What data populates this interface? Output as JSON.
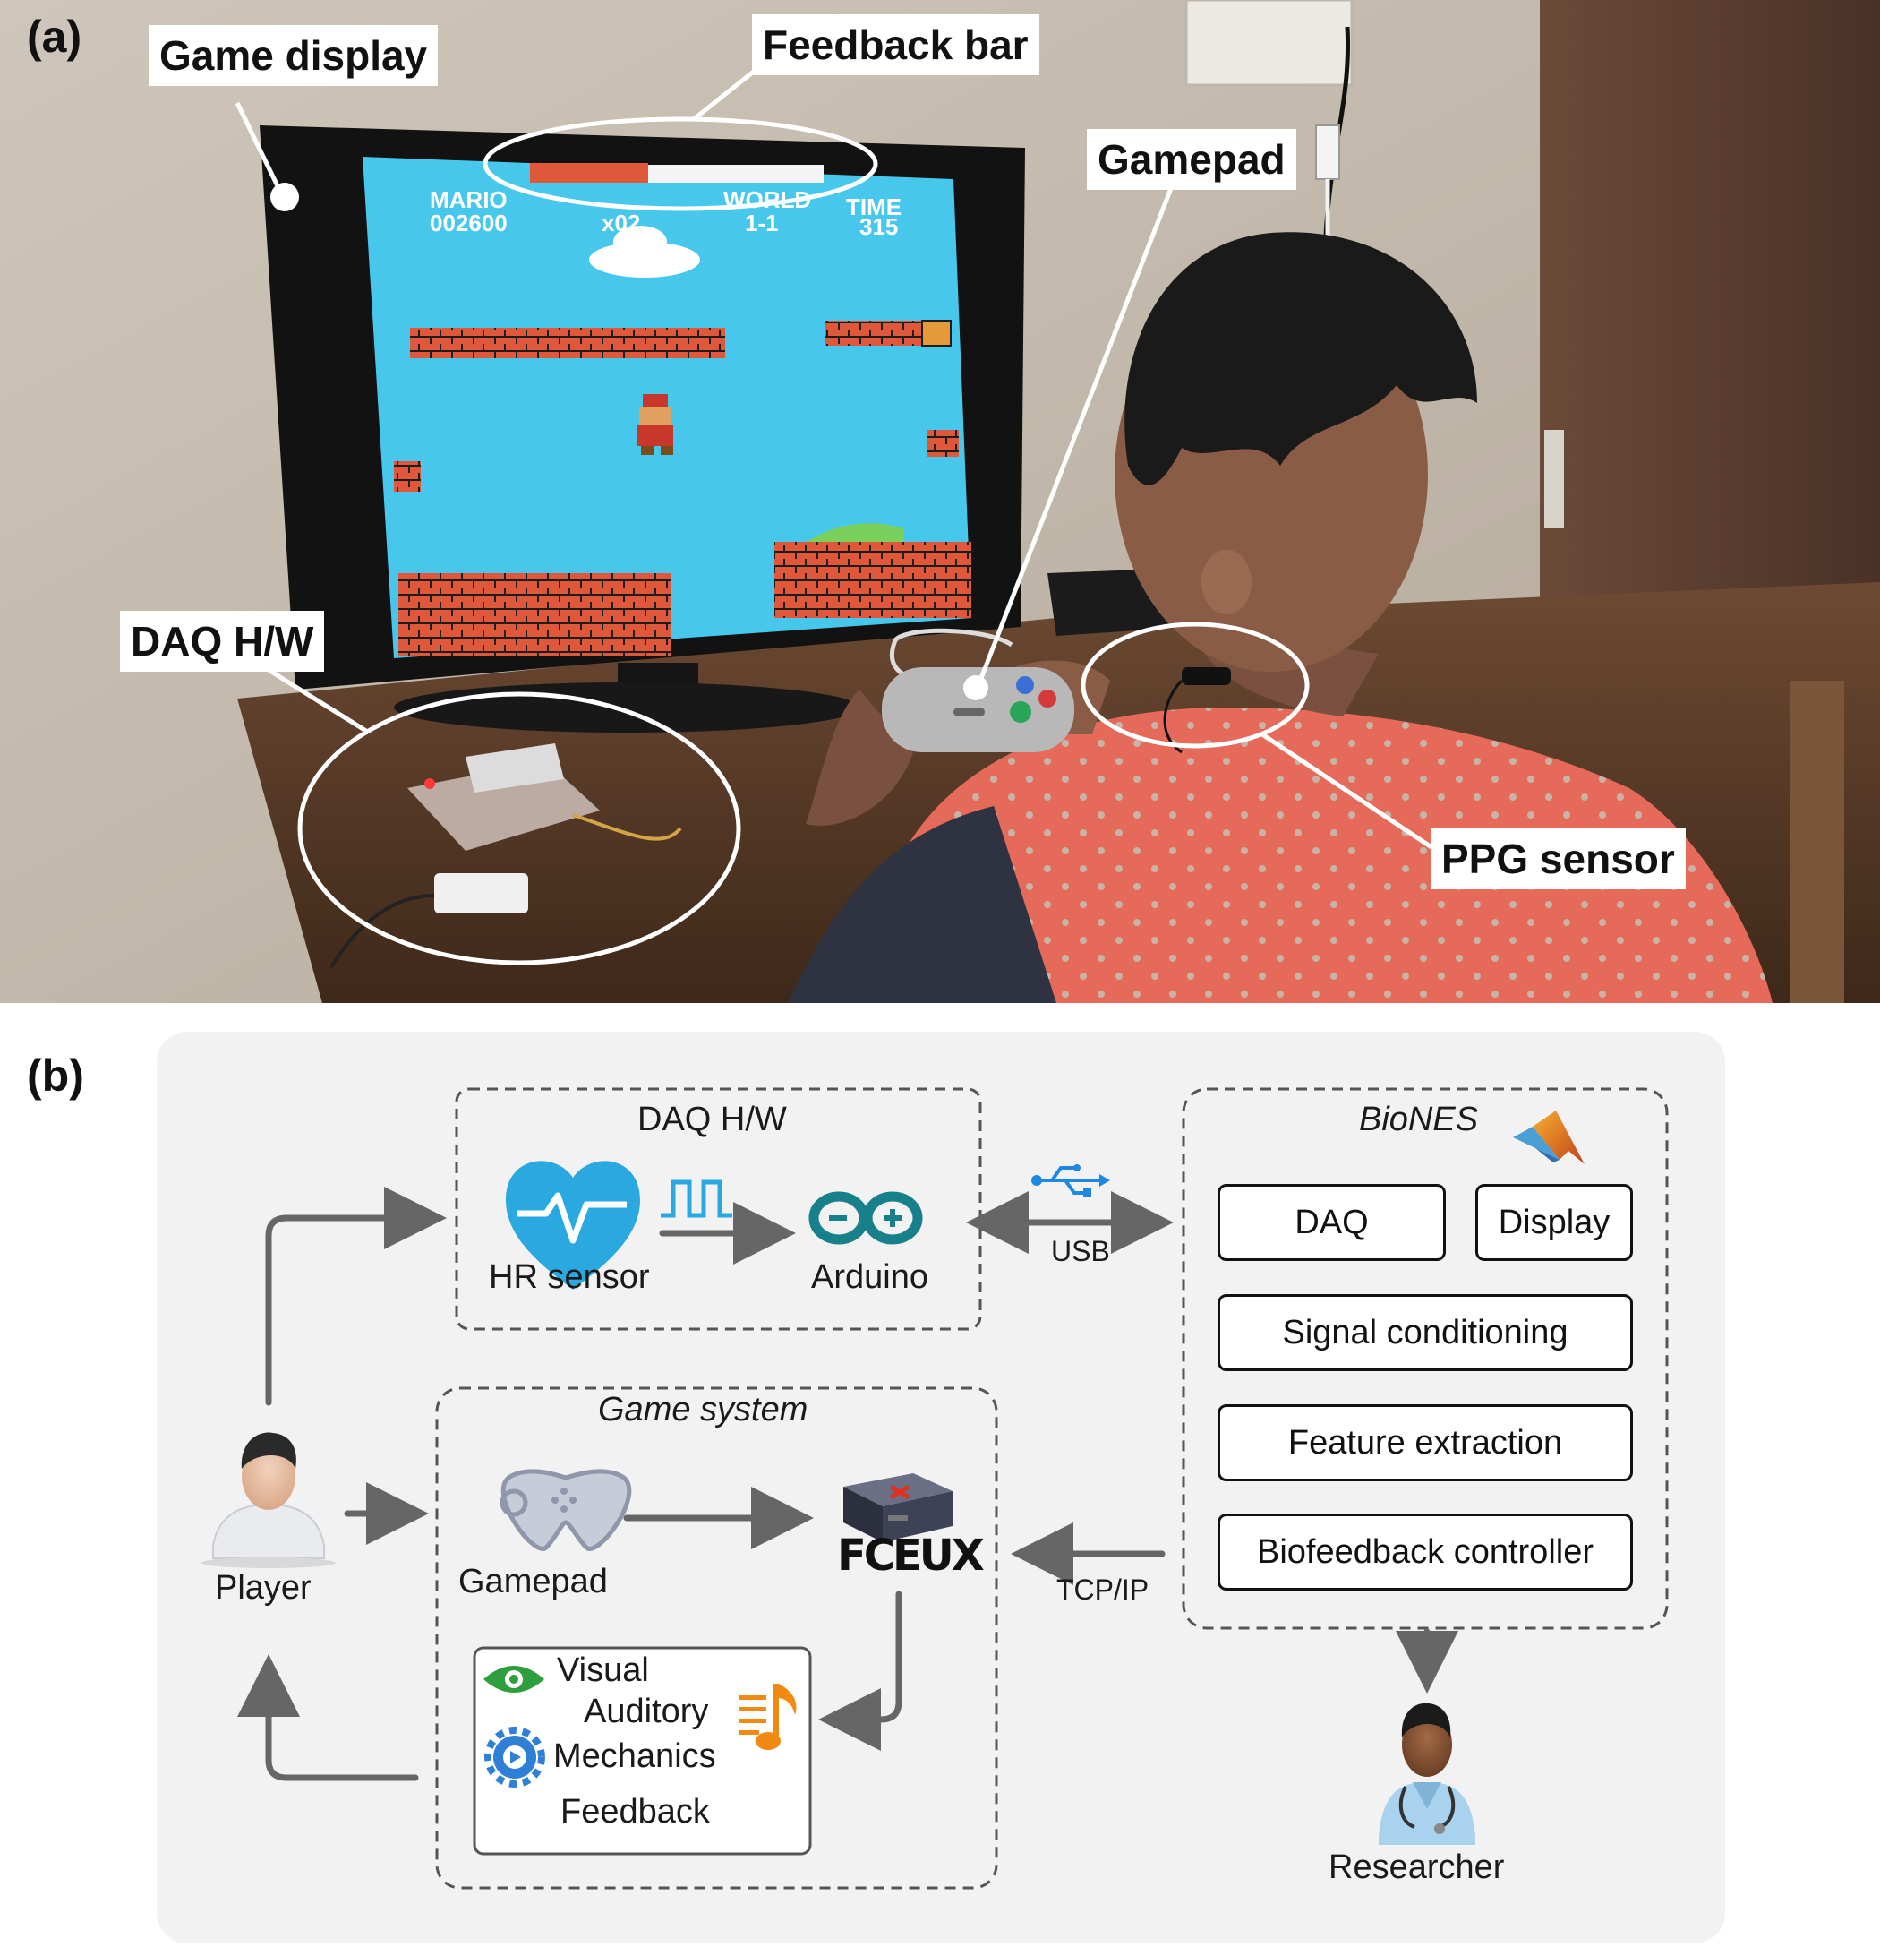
{
  "panel_a": {
    "letter": "(a)",
    "callouts": {
      "game_display": "Game display",
      "feedback_bar": "Feedback bar",
      "gamepad": "Gamepad",
      "daq_hw": "DAQ H/W",
      "ppg_sensor": "PPG sensor"
    },
    "screen_hud": {
      "mario_label": "MARIO",
      "score": "002600",
      "coins": "x02",
      "world_label": "WORLD",
      "world": "1-1",
      "time_label": "TIME",
      "time": "315"
    }
  },
  "panel_b": {
    "letter": "(b)",
    "daq_group": {
      "title": "DAQ H/W",
      "hr_sensor": "HR sensor",
      "arduino": "Arduino"
    },
    "usb_label": "USB",
    "biones_group": {
      "title": "BioNES",
      "modules": {
        "daq": "DAQ",
        "display": "Display",
        "signal_conditioning": "Signal conditioning",
        "feature_extraction": "Feature extraction",
        "biofeedback_controller": "Biofeedback controller"
      }
    },
    "game_group": {
      "title": "Game system",
      "gamepad": "Gamepad",
      "emulator_logo": "FCEUX",
      "feedback_box": {
        "visual": "Visual",
        "auditory": "Auditory",
        "mechanics": "Mechanics",
        "feedback": "Feedback"
      }
    },
    "tcp_label": "TCP/IP",
    "player": "Player",
    "researcher": "Researcher"
  },
  "colors": {
    "heart": "#29a9e0",
    "arduino": "#17808a",
    "eye": "#2e9e3e",
    "gear": "#2f7fd6",
    "music": "#f08a12",
    "arrow": "#666666",
    "usb": "#1e88e5",
    "diagram_bg": "#f2f2f2"
  }
}
